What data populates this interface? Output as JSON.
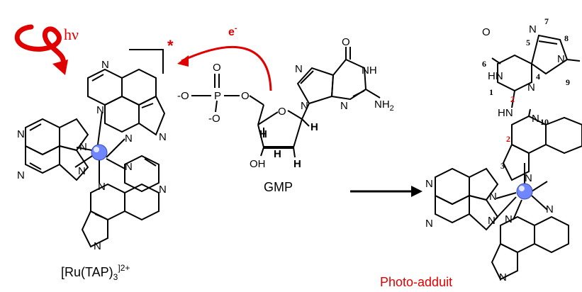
{
  "colors": {
    "ink": "#000000",
    "accent": "#e00000",
    "metal": "#6f86ff"
  },
  "labels": {
    "hv": "hν",
    "star": "*",
    "electron": "e",
    "electron_sup": "-",
    "gmp": "GMP",
    "complex_main": "[Ru(TAP)",
    "complex_sub": "3",
    "complex_charge": "]2+",
    "photo_adduct": "Photo-adduit"
  },
  "phosphate": {
    "o_top": "O",
    "o_left": "-O",
    "p": "P",
    "o_right": "O",
    "o_bottom": "O",
    "o_bottom_charge": "-"
  },
  "sugar": {
    "o_ring": "O",
    "oh": "OH",
    "h1": "H",
    "h2": "H",
    "h3": "H",
    "h4": "H"
  },
  "guanine": {
    "o": "O",
    "nh": "NH",
    "n7": "N",
    "n9": "N",
    "n3": "N",
    "nh2": "NH",
    "nh2_sub": "2"
  },
  "adduct": {
    "o": "O",
    "n7": "N",
    "n9": "N",
    "hn1": "HN",
    "n3": "N",
    "hn_link": "HN",
    "n_tap": "N",
    "num_1": "1",
    "num_2a": "2",
    "num_2b": "2",
    "num_3": "3",
    "num_4": "4",
    "num_5": "5",
    "num_6": "6",
    "num_7": "7",
    "num_8": "8",
    "num_9": "9",
    "num_10": "10"
  },
  "ring_n": "N"
}
